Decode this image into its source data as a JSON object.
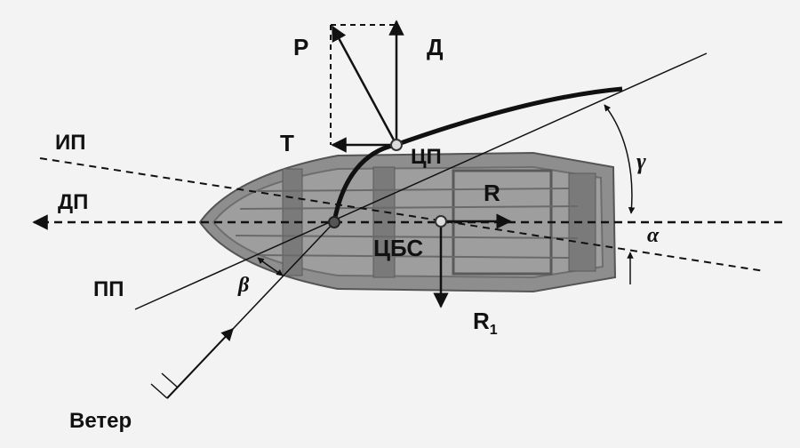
{
  "diagram": {
    "labels": {
      "p": "Р",
      "d": "Д",
      "t": "Т",
      "ip": "ИП",
      "dp": "ДП",
      "pp": "ПП",
      "cp": "ЦП",
      "r": "R",
      "cbs": "ЦБС",
      "r1": "R",
      "r1_sub": "1",
      "veter": "Ветер",
      "gamma": "γ",
      "alpha": "α",
      "beta": "β"
    },
    "colors": {
      "hull": "#8e8e8e",
      "hull_dark": "#6e6e6e",
      "lines": "#111111",
      "background": "#f3f3f3"
    }
  }
}
